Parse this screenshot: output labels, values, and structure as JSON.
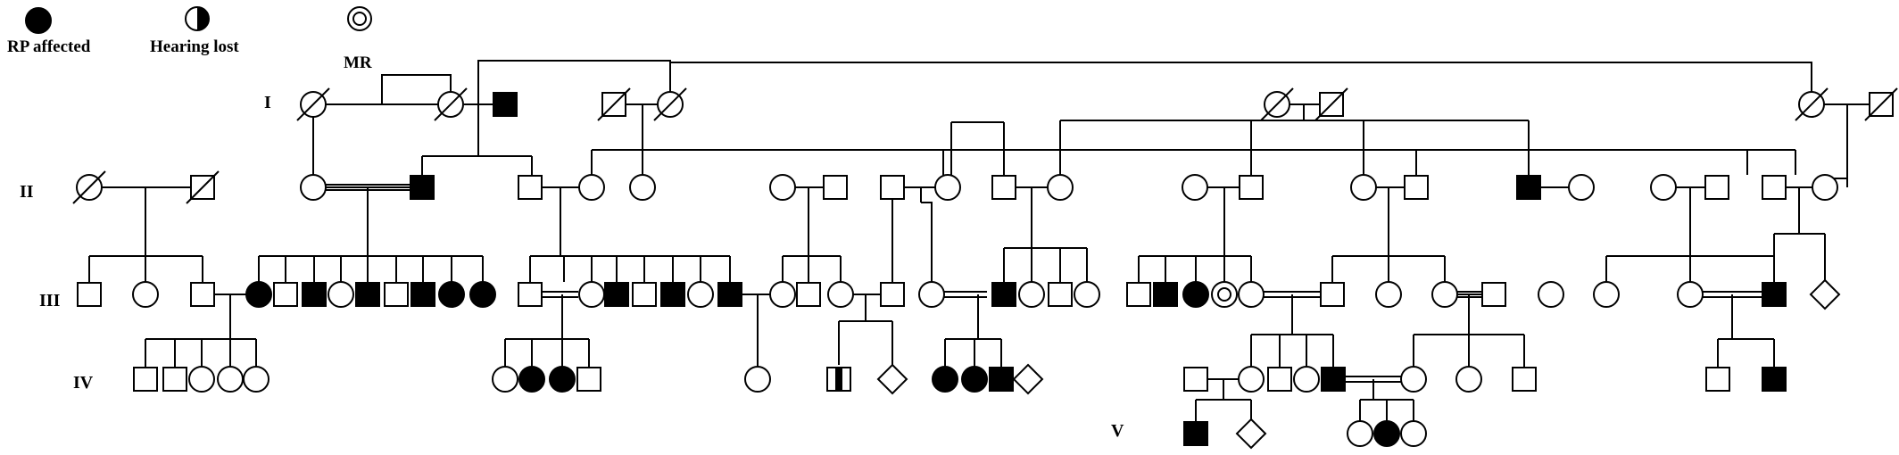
{
  "legend": {
    "rp_affected": "RP affected",
    "hearing_lost": "Hearing lost",
    "mr": "MR"
  },
  "generations": [
    "I",
    "II",
    "III",
    "IV",
    "V"
  ],
  "symbol_types": {
    "female": "circle",
    "male": "square",
    "unknown_sex": "diamond",
    "affected": "filled black",
    "deceased": "diagonal slash",
    "hearing_lost": "half-filled circle/square",
    "mr": "double circle",
    "consanguineous": "double mating line"
  },
  "colors": {
    "stroke": "#000000",
    "fill": "#ffffff",
    "affected": "#000000"
  }
}
